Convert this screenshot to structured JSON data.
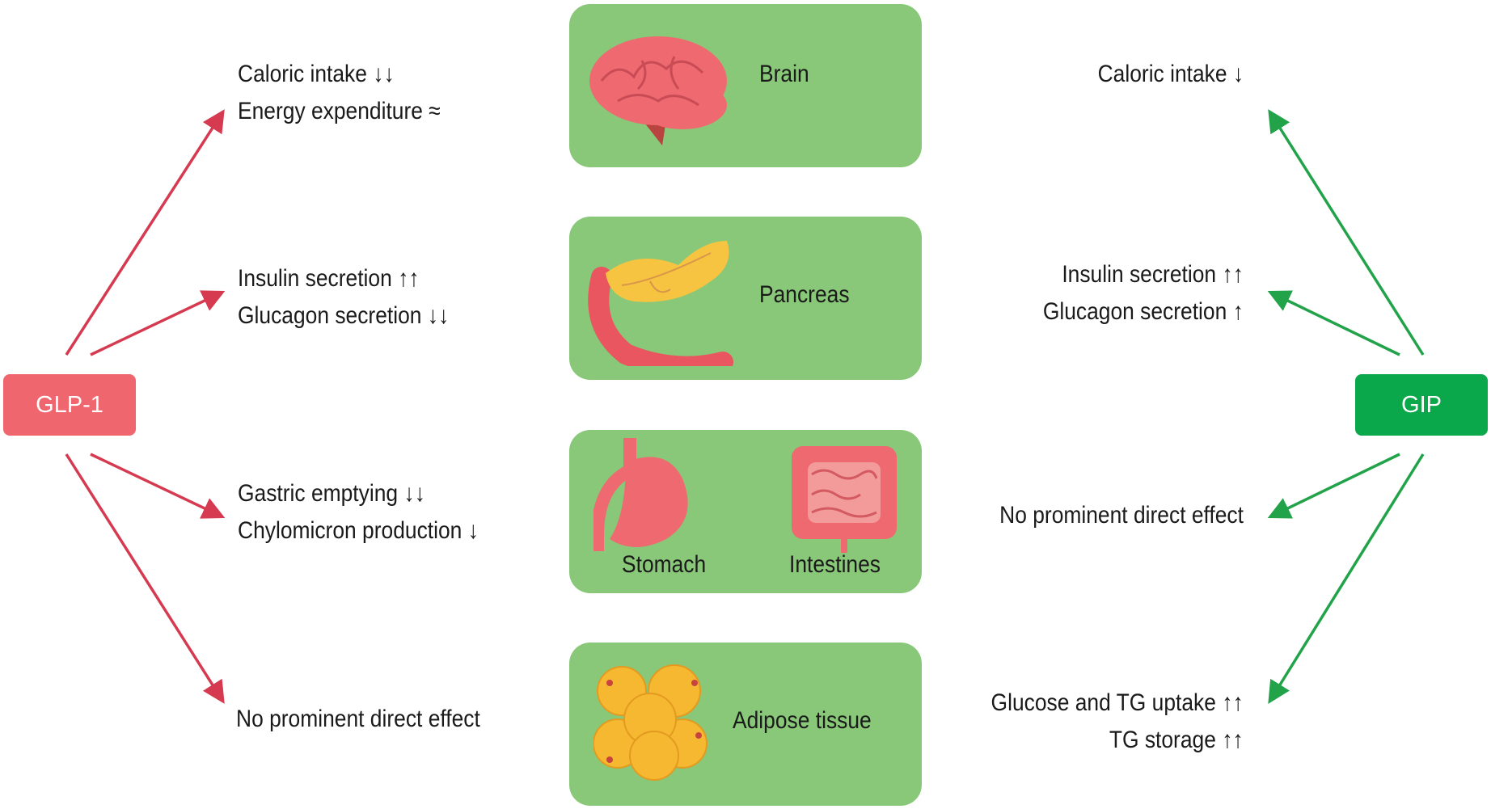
{
  "left": {
    "hormone": "GLP-1",
    "color": "#f0666f",
    "arrow_color": "#d63a50",
    "effects": [
      [
        "Caloric intake ↓↓",
        "Energy expenditure ≈"
      ],
      [
        "Insulin secretion ↑↑",
        "Glucagon secretion ↓↓"
      ],
      [
        "Gastric emptying ↓↓",
        "Chylomicron production ↓"
      ],
      [
        "No prominent direct effect"
      ]
    ]
  },
  "right": {
    "hormone": "GIP",
    "color": "#0aa84a",
    "arrow_color": "#22a34a",
    "effects": [
      [
        "Caloric intake ↓"
      ],
      [
        "Insulin secretion ↑↑",
        "Glucagon secretion ↑"
      ],
      [
        "No prominent direct effect"
      ],
      [
        "Glucose and TG uptake ↑↑",
        "TG storage ↑↑"
      ]
    ]
  },
  "organs": {
    "brain": "Brain",
    "pancreas": "Pancreas",
    "stomach": "Stomach",
    "intestines": "Intestines",
    "adipose": "Adipose tissue",
    "box_color": "#88c878"
  }
}
